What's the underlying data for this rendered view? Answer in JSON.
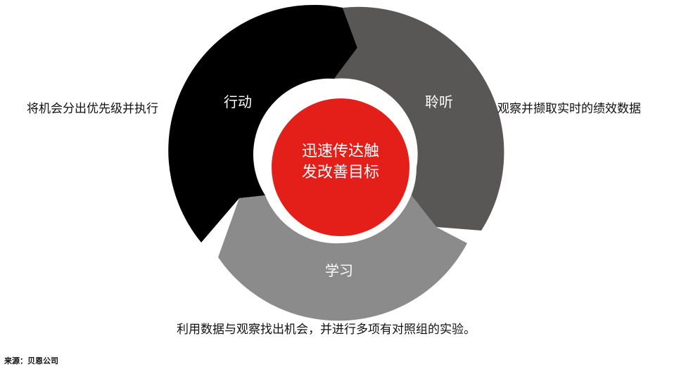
{
  "cycle": {
    "segments": [
      {
        "label": "行动",
        "color": "#000000"
      },
      {
        "label": "聆听",
        "color": "#595756"
      },
      {
        "label": "学习",
        "color": "#8c8b8b"
      }
    ],
    "center_line1": "迅速传达触",
    "center_line2": "发改善目标",
    "center_color": "#e41f1a"
  },
  "descriptions": {
    "left": "将机会分出优先级并执行",
    "right": "观察并撷取实时的绩效数据",
    "bottom": "利用数据与观察找出机会，并进行多项有对照组的实验。"
  },
  "source": "来源：贝恩公司"
}
